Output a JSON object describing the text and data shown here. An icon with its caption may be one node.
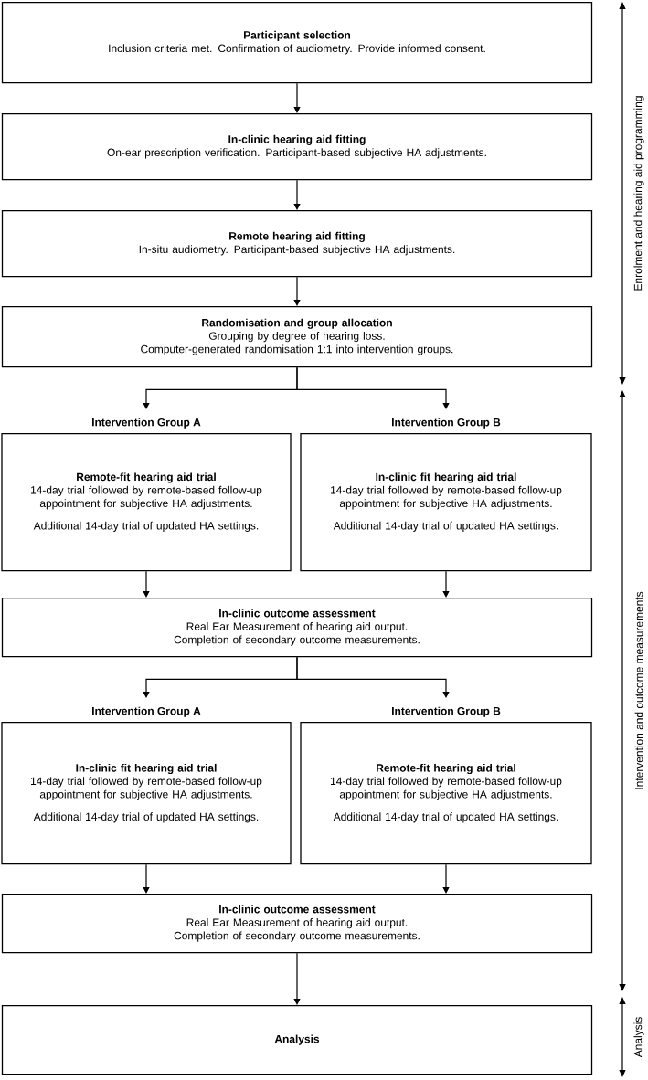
{
  "diagram": {
    "nodes": [
      {
        "text": [
          "Participant selection",
          "Inclusion criteria met. Confirmation of audiometry. Provide informed consent."
        ]
      },
      {
        "text": [
          "In-clinic hearing aid fitting",
          "On-ear prescription verification. Participant-based subjective HA adjustments."
        ]
      },
      {
        "text": [
          "Remote hearing aid fitting",
          "In-situ audiometry. Participant-based subjective HA adjustments."
        ]
      },
      {
        "text": [
          "Randomisation and group allocation",
          "Grouping by degree of hearing loss.",
          "Computer-generated randomisation 1:1 into intervention groups."
        ]
      },
      {
        "text": [
          "Intervention Group A",
          "Remote-fit hearing aid trial",
          "14-day trial followed by remote-based follow-up appointment for subjective HA adjustments.",
          "Additional 14-day trial of updated HA settings."
        ]
      },
      {
        "text": [
          "Intervention Group B",
          "In-clinic fit hearing aid trial",
          "14-day trial followed by remote-based follow-up appointment for subjective HA adjustments.",
          "Additional 14-day trial of updated HA settings."
        ]
      },
      {
        "text": [
          "In-clinic outcome assessment",
          "Real Ear Measurement of hearing aid output.",
          "Completion of secondary outcome measurements."
        ]
      },
      {
        "text": [
          "Intervention Group A",
          "In-clinic fit hearing aid trial",
          "14-day trial followed by remote-based follow-up appointment for subjective HA adjustments.",
          "Additional 14-day trial of updated HA settings."
        ]
      },
      {
        "text": [
          "Intervention Group B",
          "Remote-fit hearing aid trial",
          "14-day trial followed by remote-based follow-up appointment for subjective HA adjustments.",
          "Additional 14-day trial of updated HA settings."
        ]
      },
      {
        "text": [
          "In-clinic outcome assessment",
          "Real Ear Measurement of hearing aid output.",
          "Completion of secondary outcome measurements."
        ]
      },
      {
        "text": [
          "Analysis"
        ]
      }
    ],
    "edges": [
      {
        "from": 0,
        "to": 1,
        "arrow": "to"
      },
      {
        "from": 1,
        "to": 2,
        "arrow": "to"
      },
      {
        "from": 2,
        "to": 3,
        "arrow": "to"
      },
      {
        "from": 3,
        "to": 4,
        "arrow": "to"
      },
      {
        "from": 3,
        "to": 5,
        "arrow": "to"
      },
      {
        "from": 4,
        "to": 6,
        "arrow": "to"
      },
      {
        "from": 5,
        "to": 6,
        "arrow": "to"
      },
      {
        "from": 6,
        "to": 7,
        "arrow": "to"
      },
      {
        "from": 6,
        "to": 8,
        "arrow": "to"
      },
      {
        "from": 7,
        "to": 9,
        "arrow": "to"
      },
      {
        "from": 8,
        "to": 9,
        "arrow": "to"
      },
      {
        "from": 9,
        "to": 10,
        "arrow": "to"
      }
    ],
    "labels": [
      "Enrolment and hearing aid programming",
      "Intervention and outcome measurements",
      "Analysis"
    ]
  }
}
